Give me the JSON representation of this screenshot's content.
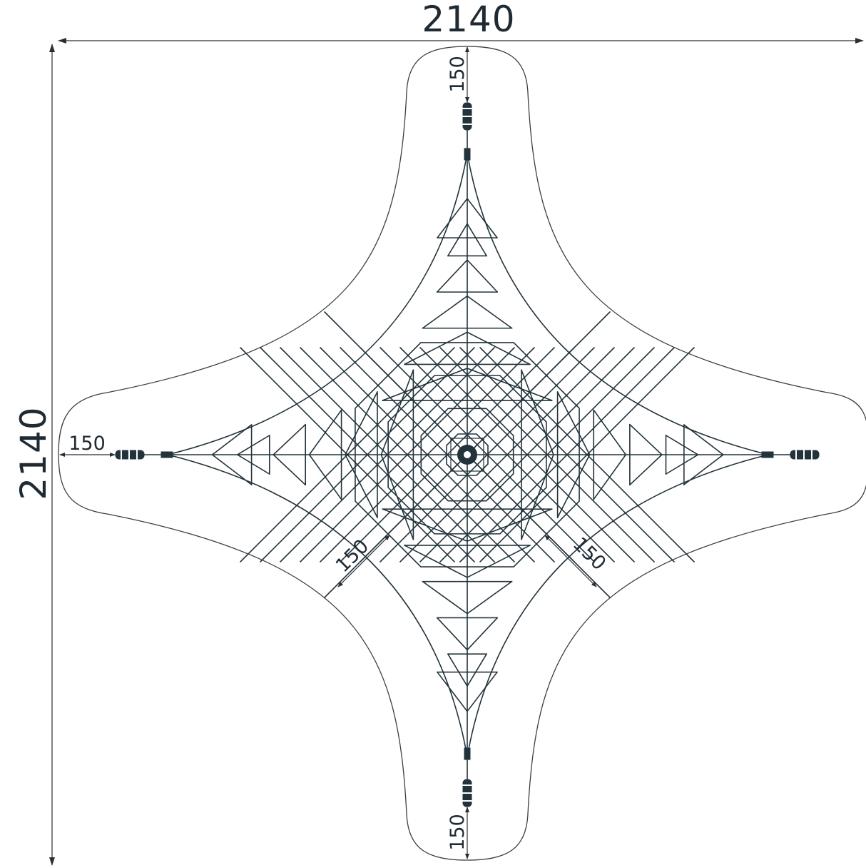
{
  "dimensions": {
    "overall_width": "2140",
    "overall_height": "2140",
    "clearance_top": "150",
    "clearance_left": "150",
    "clearance_bottom": "150",
    "clearance_diag_left": "150",
    "clearance_diag_right": "150"
  },
  "colors": {
    "line": "#22333b",
    "outline": "#3a3f44",
    "text": "#1f2a33"
  }
}
